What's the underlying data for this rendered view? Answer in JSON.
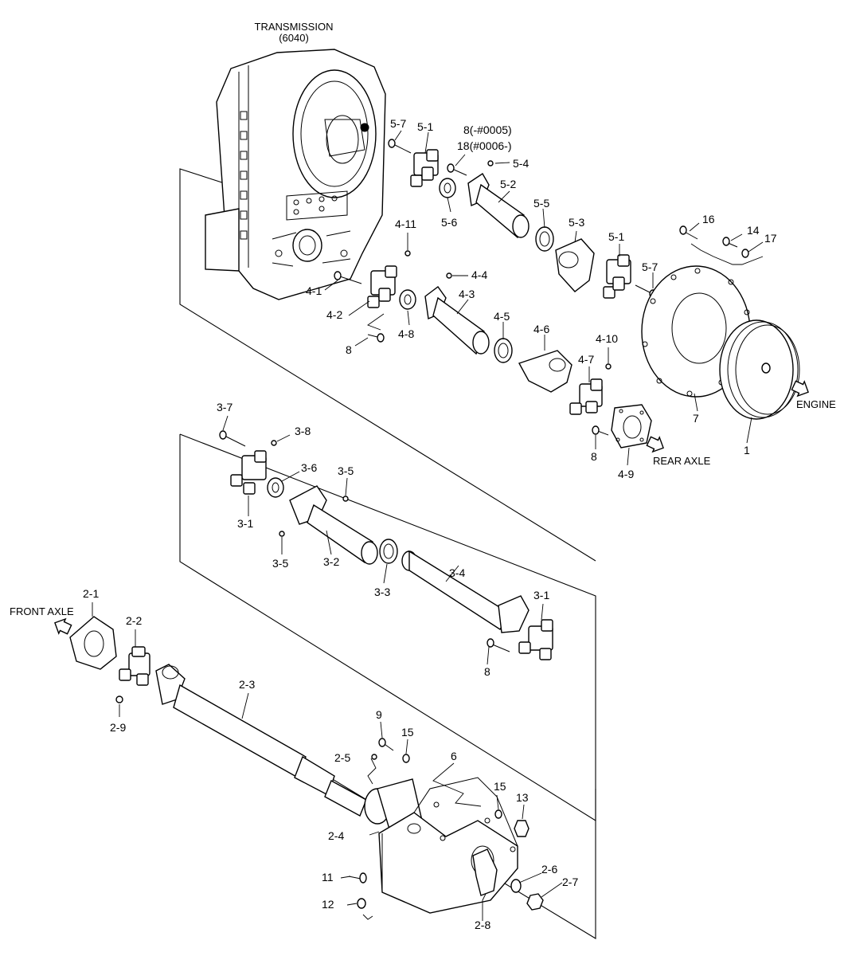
{
  "title": {
    "line1": "TRANSMISSION",
    "line2": "(6040)"
  },
  "directions": {
    "engine": "ENGINE",
    "rear_axle": "REAR AXLE",
    "front_axle": "FRONT AXLE"
  },
  "callouts": {
    "c5_7a": "5-7",
    "c5_1a": "5-1",
    "c8_0005": "8(-#0005)",
    "c18_0006": "18(#0006-)",
    "c5_4": "5-4",
    "c5_2": "5-2",
    "c5_5": "5-5",
    "c5_6": "5-6",
    "c5_3": "5-3",
    "c5_1b": "5-1",
    "c5_7b": "5-7",
    "c16": "16",
    "c14": "14",
    "c17": "17",
    "c4_11": "4-11",
    "c4_4": "4-4",
    "c4_1": "4-1",
    "c4_2": "4-2",
    "c4_3": "4-3",
    "c4_8": "4-8",
    "c4_5": "4-5",
    "c4_6": "4-6",
    "c4_10": "4-10",
    "c4_7": "4-7",
    "c8a": "8",
    "c8b": "8",
    "c4_9": "4-9",
    "c7": "7",
    "c1": "1",
    "c3_7": "3-7",
    "c3_8": "3-8",
    "c3_6": "3-6",
    "c3_5a": "3-5",
    "c3_1a": "3-1",
    "c3_5b": "3-5",
    "c3_2": "3-2",
    "c3_3": "3-3",
    "c3_4": "3-4",
    "c3_1b": "3-1",
    "c8c": "8",
    "c2_1": "2-1",
    "c2_2": "2-2",
    "c2_9": "2-9",
    "c2_3": "2-3",
    "c9": "9",
    "c15a": "15",
    "c2_5": "2-5",
    "c6": "6",
    "c15b": "15",
    "c13": "13",
    "c2_4": "2-4",
    "c11": "11",
    "c2_6": "2-6",
    "c2_7": "2-7",
    "c12": "12",
    "c2_8": "2-8"
  }
}
